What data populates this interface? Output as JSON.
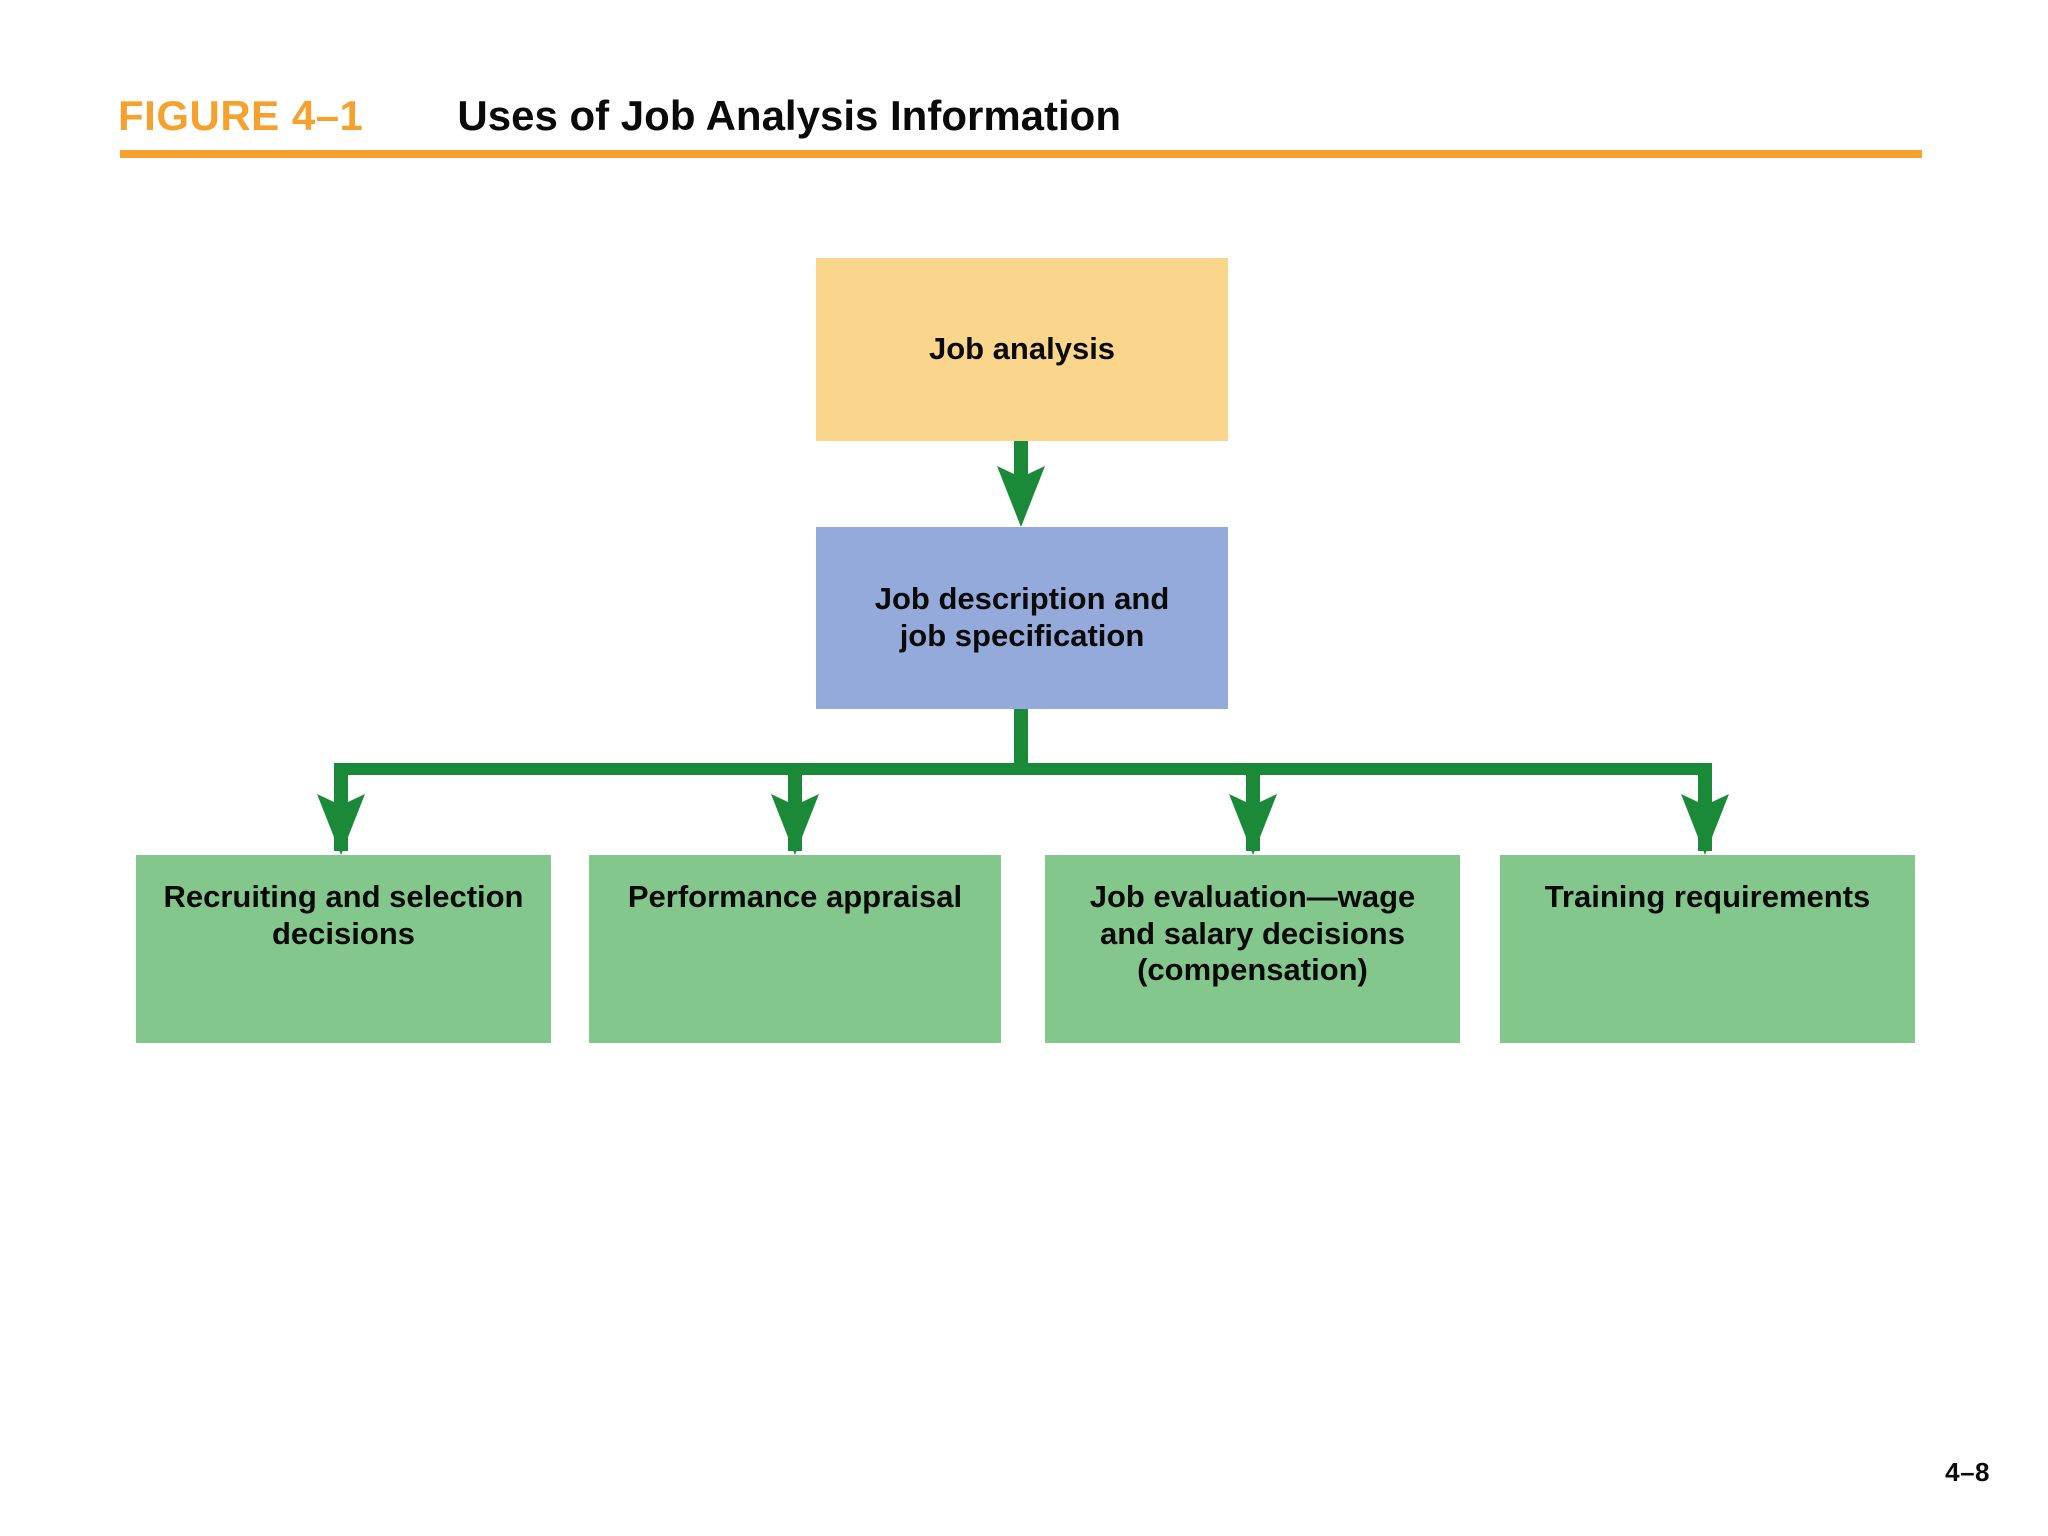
{
  "header": {
    "figure_label": "FIGURE 4–1",
    "figure_title": "Uses of Job Analysis Information",
    "label_color": "#F6A12E",
    "rule_color": "#F6A12E",
    "title_color": "#0A0A0A"
  },
  "footer": {
    "page_number": "4–8"
  },
  "diagram": {
    "type": "flowchart",
    "orientation": "top-down",
    "connector_color": "#1B8A38",
    "nodes": [
      {
        "id": "job-analysis",
        "label": "Job analysis",
        "fill": "#F9D68C",
        "level": 0
      },
      {
        "id": "job-description",
        "label": "Job description and\njob specification",
        "fill": "#94AADB",
        "level": 1
      },
      {
        "id": "recruiting",
        "label": "Recruiting and selection\ndecisions",
        "fill": "#83C78D",
        "level": 2
      },
      {
        "id": "performance",
        "label": "Performance appraisal",
        "fill": "#83C78D",
        "level": 2
      },
      {
        "id": "job-evaluation",
        "label": "Job evaluation—wage\nand salary decisions\n(compensation)",
        "fill": "#83C78D",
        "level": 2
      },
      {
        "id": "training",
        "label": "Training requirements",
        "fill": "#83C78D",
        "level": 2
      }
    ],
    "edges": [
      {
        "from": "job-analysis",
        "to": "job-description",
        "style": "arrow"
      },
      {
        "from": "job-description",
        "to": "recruiting",
        "style": "arrow"
      },
      {
        "from": "job-description",
        "to": "performance",
        "style": "arrow"
      },
      {
        "from": "job-description",
        "to": "job-evaluation",
        "style": "arrow"
      },
      {
        "from": "job-description",
        "to": "training",
        "style": "arrow"
      }
    ]
  }
}
